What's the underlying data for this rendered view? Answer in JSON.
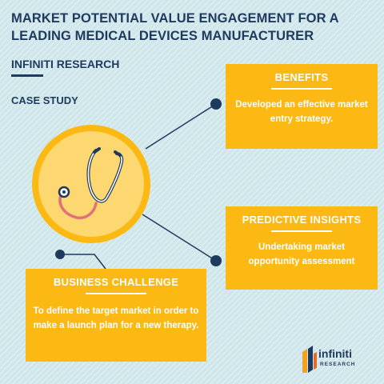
{
  "header": {
    "title": "MARKET POTENTIAL VALUE ENGAGEMENT FOR A LEADING MEDICAL DEVICES MANUFACTURER",
    "brand": "INFINITI RESEARCH",
    "case_label": "CASE STUDY"
  },
  "cards": {
    "benefits": {
      "title": "BENEFITS",
      "body": "Developed an effective market entry strategy."
    },
    "insights": {
      "title": "PREDICTIVE INSIGHTS",
      "body": "Undertaking market opportunity assessment"
    },
    "challenge": {
      "title": "BUSINESS CHALLENGE",
      "body": "To define the target market in order to make a launch plan for a new therapy."
    }
  },
  "logo": {
    "word": "infiniti",
    "sub": "RESEARCH"
  },
  "icons": {
    "center": "stethoscope-icon",
    "logo": "infiniti-logo-icon"
  },
  "colors": {
    "accent": "#fdb913",
    "navy": "#1f3a5f",
    "circle": "#fdd870",
    "background": "#cfe6ea"
  }
}
